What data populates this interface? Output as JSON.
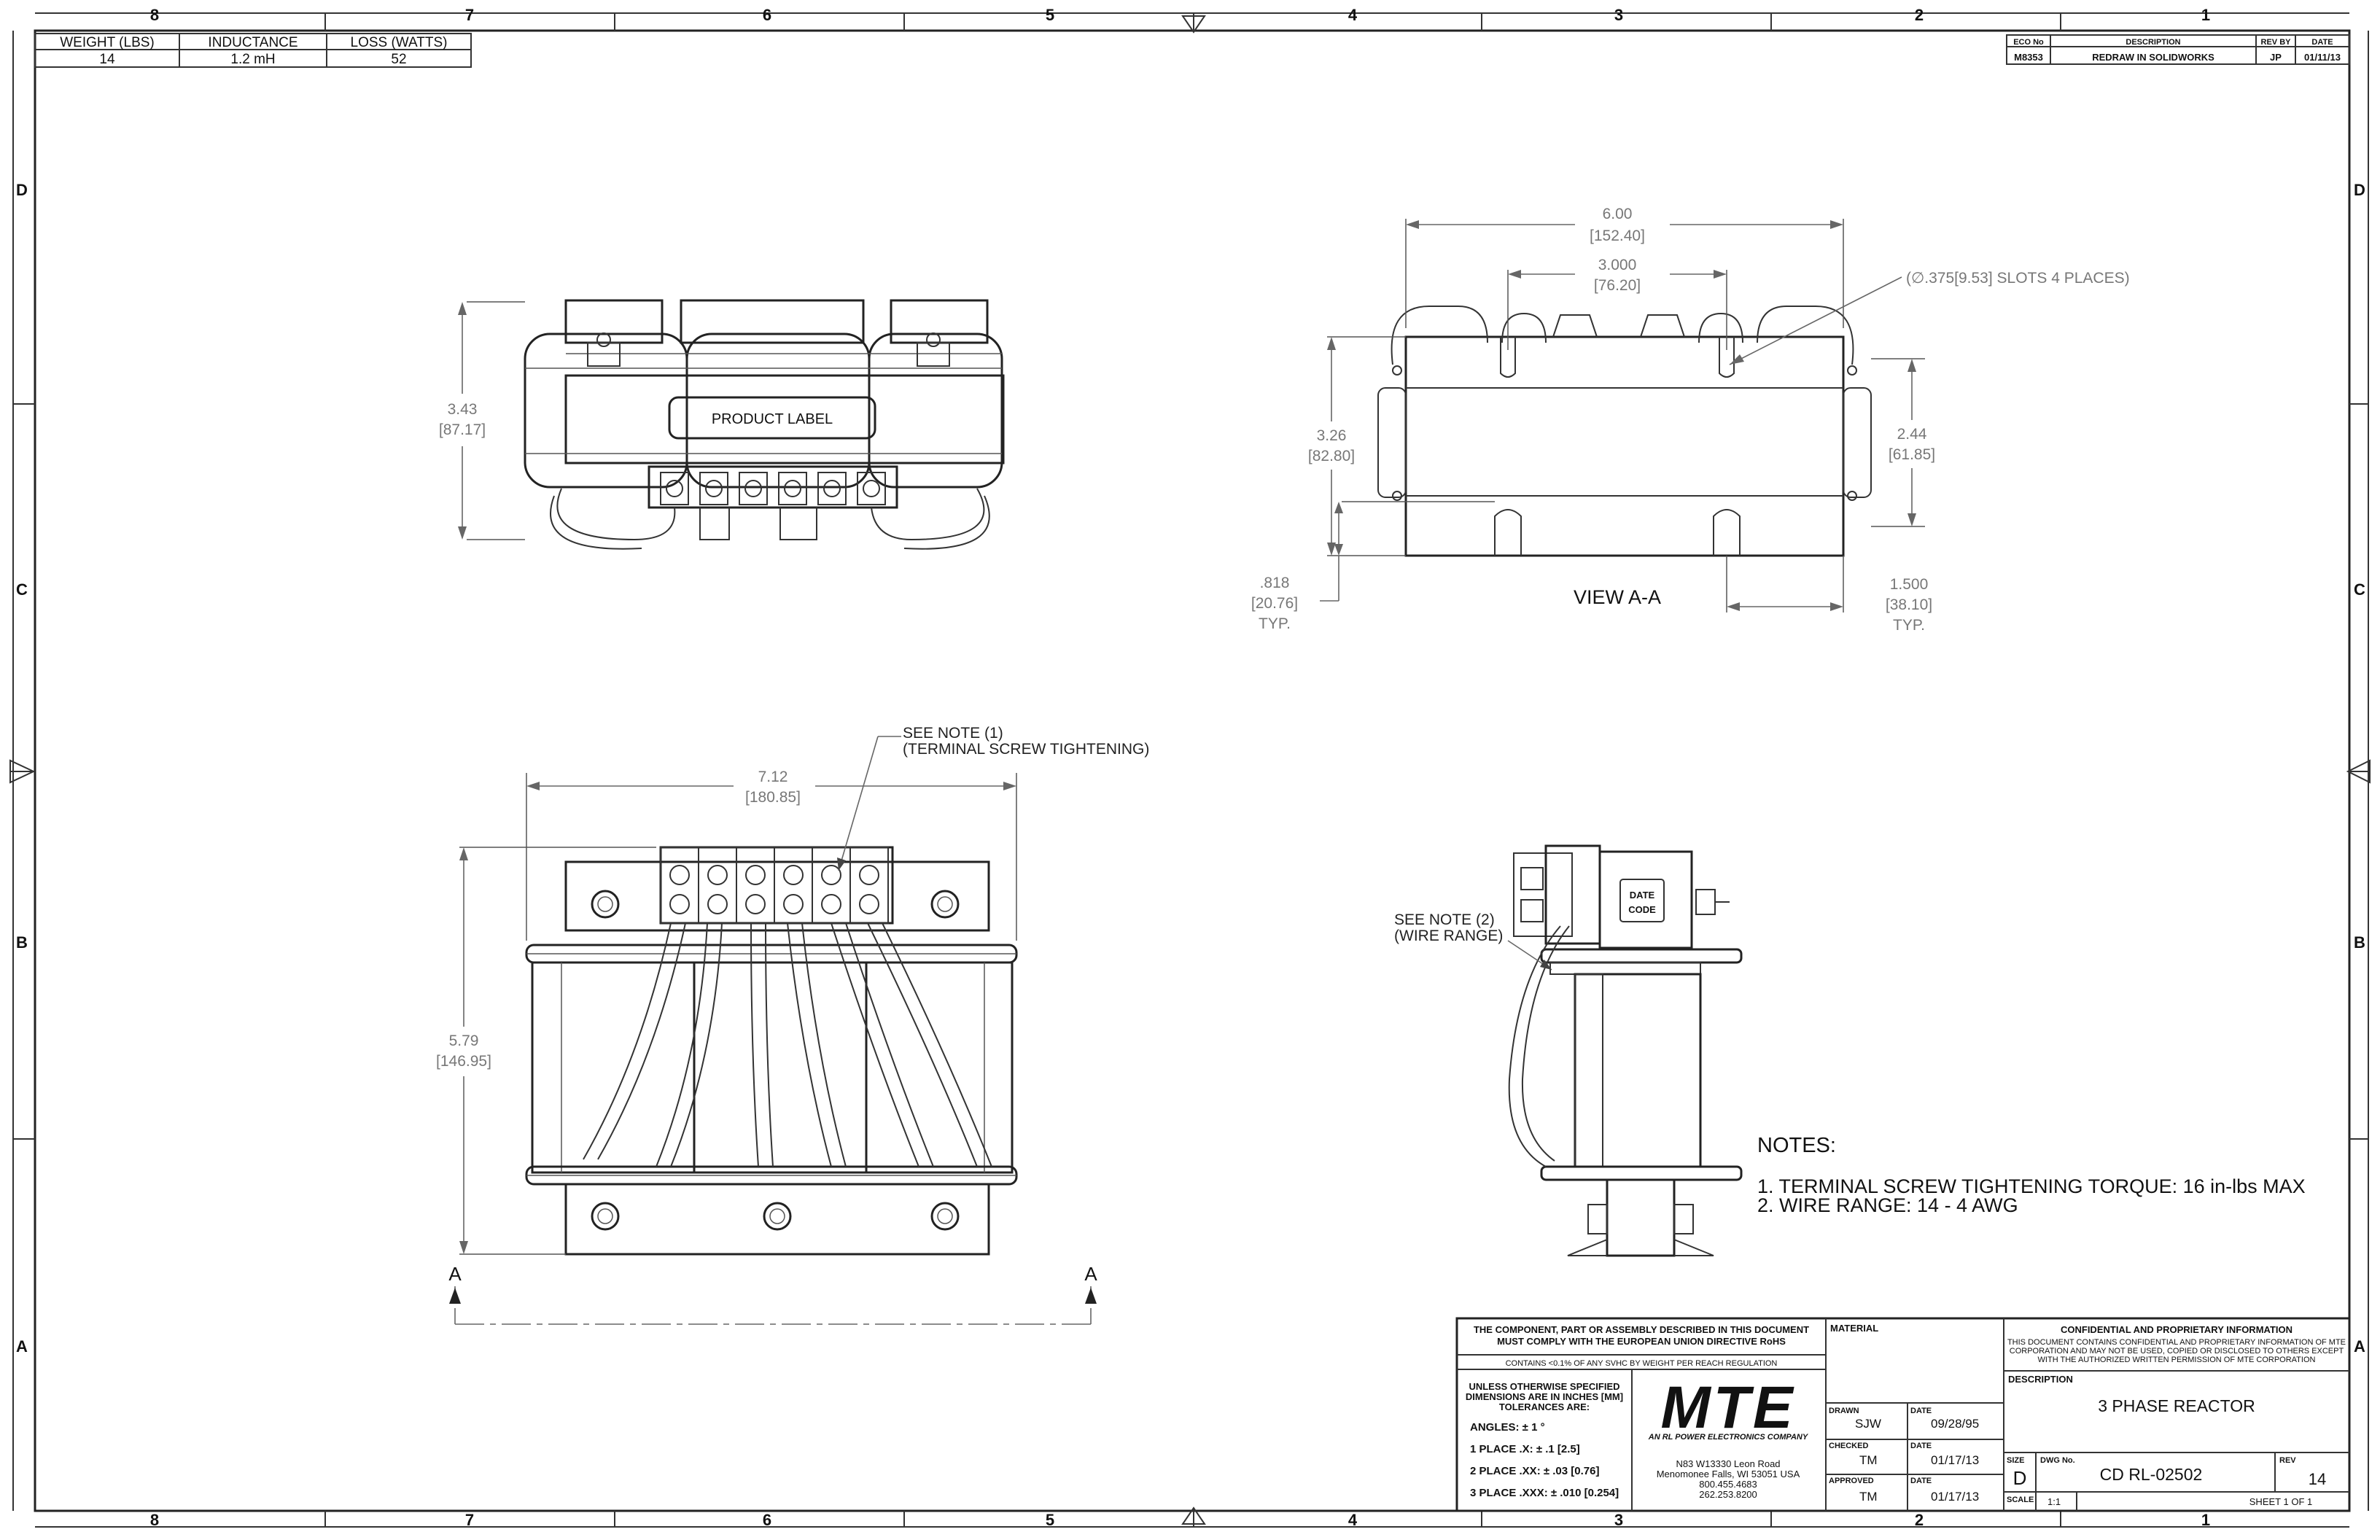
{
  "spec_table": {
    "headers": [
      "WEIGHT (LBS)",
      "INDUCTANCE",
      "LOSS (WATTS)"
    ],
    "values": [
      "14",
      "1.2 mH",
      "52"
    ]
  },
  "revision_block": {
    "headers": [
      "ECO No",
      "DESCRIPTION",
      "REV BY",
      "DATE"
    ],
    "row": [
      "M8353",
      "REDRAW IN SOLIDWORKS",
      "JP",
      "01/11/13"
    ]
  },
  "zones": {
    "columns": [
      "8",
      "7",
      "6",
      "5",
      "4",
      "3",
      "2",
      "1"
    ],
    "rows": [
      "D",
      "C",
      "B",
      "A"
    ]
  },
  "top_view": {
    "product_label": "PRODUCT LABEL",
    "height_in": "3.43",
    "height_mm": "[87.17]"
  },
  "view_aa": {
    "title": "VIEW A-A",
    "overall_in": "6.00",
    "overall_mm": "[152.40]",
    "slot_pitch_in": "3.000",
    "slot_pitch_mm": "[76.20]",
    "slot_callout": "(∅.375[9.53] SLOTS 4 PLACES)",
    "height_in": "3.26",
    "height_mm": "[82.80]",
    "right_height_in": "2.44",
    "right_height_mm": "[61.85]",
    "slot_depth_in": ".818",
    "slot_depth_mm": "[20.76]",
    "slot_depth_typ": "TYP.",
    "slot_width_in": "1.500",
    "slot_width_mm": "[38.10]",
    "slot_width_typ": "TYP."
  },
  "front_view": {
    "note1_line1": "SEE NOTE (1)",
    "note1_line2": "(TERMINAL SCREW TIGHTENING)",
    "width_in": "7.12",
    "width_mm": "[180.85]",
    "height_in": "5.79",
    "height_mm": "[146.95]",
    "section_label": "A"
  },
  "side_view": {
    "note2_line1": "SEE NOTE (2)",
    "note2_line2": "(WIRE RANGE)",
    "date_code_1": "DATE",
    "date_code_2": "CODE"
  },
  "notes": {
    "heading": "NOTES:",
    "items": [
      "1.  TERMINAL SCREW TIGHTENING TORQUE:  16 in-lbs MAX",
      "2.  WIRE RANGE:  14 - 4 AWG"
    ]
  },
  "title_block": {
    "compliance_1": "THE COMPONENT, PART OR ASSEMBLY DESCRIBED IN THIS DOCUMENT",
    "compliance_2": "MUST COMPLY WITH THE EUROPEAN UNION DIRECTIVE RoHS",
    "reach": "CONTAINS <0.1% OF ANY SVHC BY WEIGHT PER REACH REGULATION",
    "tolerance_1": "UNLESS OTHERWISE SPECIFIED",
    "tolerance_2": "DIMENSIONS ARE IN INCHES [MM]",
    "tolerance_3": "TOLERANCES ARE:",
    "angles": "ANGLES: ± 1 °",
    "place1": "1 PLACE .X:  ± .1 [2.5]",
    "place2": "2 PLACE .XX:  ± .03 [0.76]",
    "place3": "3 PLACE .XXX:  ± .010 [0.254]",
    "logo": "MTE",
    "logo_tagline": "AN RL POWER ELECTRONICS COMPANY",
    "address_1": "N83 W13330 Leon Road",
    "address_2": "Menomonee Falls, WI 53051 USA",
    "address_3": "800.455.4683",
    "address_4": "262.253.8200",
    "material_label": "MATERIAL",
    "drawn_label": "DRAWN",
    "drawn_by": "SJW",
    "drawn_date": "09/28/95",
    "checked_label": "CHECKED",
    "checked_by": "TM",
    "checked_date": "01/17/13",
    "approved_label": "APPROVED",
    "approved_by": "TM",
    "approved_date": "01/17/13",
    "date_label": "DATE",
    "confidential_title": "CONFIDENTIAL AND PROPRIETARY INFORMATION",
    "confidential_1": "THIS DOCUMENT CONTAINS CONFIDENTIAL AND PROPRIETARY INFORMATION OF MTE",
    "confidential_2": "CORPORATION AND MAY NOT BE USED, COPIED OR DISCLOSED TO OTHERS EXCEPT",
    "confidential_3": "WITH THE AUTHORIZED WRITTEN PERMISSION OF MTE CORPORATION",
    "description_label": "DESCRIPTION",
    "description": "3 PHASE REACTOR",
    "size_label": "SIZE",
    "size": "D",
    "dwg_label": "DWG No.",
    "dwg_no": "CD RL-02502",
    "rev_label": "REV",
    "rev": "14",
    "scale_label": "SCALE",
    "scale": "1:1",
    "sheet": "SHEET 1  OF 1"
  }
}
